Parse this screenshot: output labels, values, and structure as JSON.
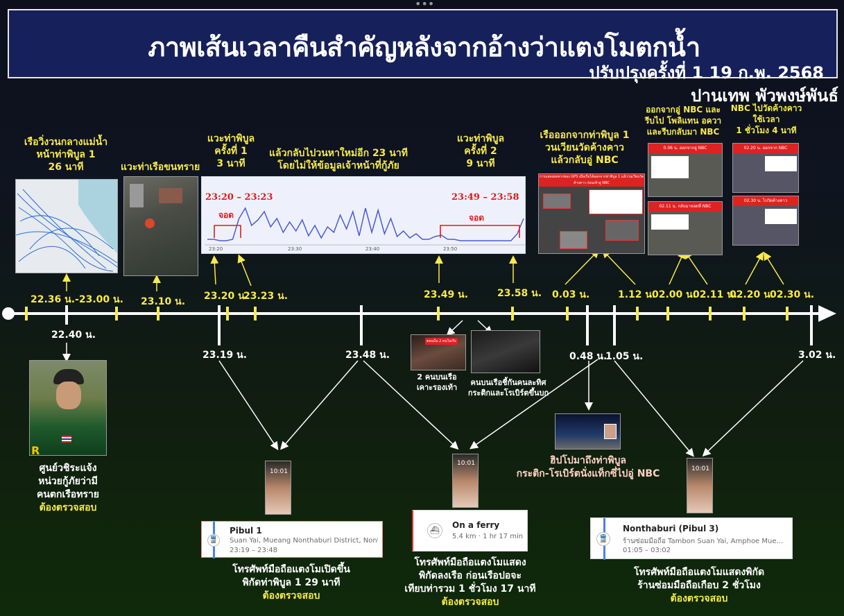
{
  "header": {
    "title": "ภาพเส้นเวลาคืนสำคัญหลังจากอ้างว่าแตงโมตกน้ำ",
    "updated": "ปรับปรุงครั้งที่ 1 19 ก.พ. 2568",
    "author": "ปานเทพ พัวพงษ์พันธ์"
  },
  "top_events": {
    "river": [
      "เรือวิ่งวนกลางแม่น้ำ",
      "หน้าท่าพิบูล 1",
      "26 นาที"
    ],
    "sand_pier": "แวะท่าเรือขนทราย",
    "pibul1": [
      "แวะท่าพิบูล",
      "ครั้งที่ 1",
      "3 นาที"
    ],
    "search": [
      "แล้วกลับไปวนหาใหม่อีก 23 นาที",
      "โดยไม่ให้ข้อมูลเจ้าหน้าที่กู้ภัย"
    ],
    "pibul2": [
      "แวะท่าพิบูล",
      "ครั้งที่ 2",
      "9 นาที"
    ],
    "left_pibul": [
      "เรือออกจากท่าพิบูล 1",
      "วนเวียนวัดค้างคาว",
      "แล้วกลับอู่ NBC"
    ],
    "left_nbc": [
      "ออกจากอู่ NBC และ",
      "รีบไป โพลิแทน อควา",
      "และรีบกลับมา NBC"
    ],
    "nbc_wat": [
      "NBC ไปวัดค้างคาว",
      "ใช้เวลา",
      "1 ชั่วโมง 4 นาที"
    ]
  },
  "speed_chart": {
    "range1": "23:20 – 23:23",
    "stop1": "จอด",
    "range2": "23:49 – 23:58",
    "stop2": "จอด",
    "xticks": [
      "23:20",
      "23:30",
      "23:40",
      "23:50"
    ]
  },
  "inset_labels": {
    "gps": "การแสดงผลทางของ GPS เมื่อเรือได้ออกจากท่าพิบูล 1 แล้ววนเวียนวัดค้างคาว ก่อนเข้าอู่ NBC",
    "map_a": "0.06 น. ออกจากอู่ NBC",
    "map_b": "02.11 น. กลับมาจอดที่ NBC",
    "map_c": "02.20 น. ออกจาก NBC",
    "map_d": "02.30 น. ไปวัดค้างคาว",
    "phone_time": "10:01",
    "thumb_caption": "ตอนนั้น 2 คนในเรือ"
  },
  "timeline_top": [
    "22.36 น.-23.00 น.",
    "23.10 น.",
    "23.20 น.",
    "23.23 น.",
    "23.49 น.",
    "23.58 น.",
    "0.03 น.",
    "1.12 น.",
    "02.00 น.",
    "02.11 น.",
    "02.20 น.",
    "02.30 น."
  ],
  "timeline_bottom": [
    "22.40 น.",
    "23.19 น.",
    "23.48 น.",
    "0.48 น.",
    "1.05 น.",
    "3.02 น."
  ],
  "rescue": {
    "lines": [
      "ศูนย์วชิระแจ้ง",
      "หน่วยกู้ภัยว่ามี",
      "คนตกเรือทราย"
    ],
    "verify": "ต้องตรวจสอบ",
    "badge": "R"
  },
  "boat_photos": {
    "cap1": [
      "2 คนบนเรือ",
      "เคาะรองเท้า"
    ],
    "cap2": [
      "คนบนเรือชี้กันคนละทิศ",
      "กระติกและโรเบิร์ตขึ้นบก"
    ]
  },
  "hippo": [
    "ฮิปโปมาถึงท่าพิบูล",
    "กระติก-โรเบิร์ตนั่งแท็กซี่ไปอู่ NBC"
  ],
  "cards": [
    {
      "title": "Pibul 1",
      "addr": "Suan Yai, Mueang Nonthaburi District, Nonth...",
      "time": "23:19 – 23:48",
      "icon": "train-icon"
    },
    {
      "title": "On a ferry",
      "addr": "5.4 km · 1 hr 17 min",
      "icon": "ferry-icon"
    },
    {
      "title": "Nonthaburi (Pibul 3)",
      "addr": "ร้านซ่อมมือถือ Tambon Suan Yai, Amphoe Mue...",
      "time": "01:05 – 03:02",
      "icon": "train-icon"
    }
  ],
  "phone_notes": [
    {
      "lines": [
        "โทรศัพท์มือถือแตงโมเปิดขึ้น",
        "พิกัดท่าพิบูล 1 29 นาที"
      ],
      "verify": "ต้องตรวจสอบ"
    },
    {
      "lines": [
        "โทรศัพท์มือถือแตงโมแสดง",
        "พิกัดลงเรือ ก่อนเรือปอจะ",
        "เทียบท่ารวม 1 ชั่วโมง 17 นาที"
      ],
      "verify": "ต้องตรวจสอบ"
    },
    {
      "lines": [
        "โทรศัพท์มือถือแตงโมแสดงพิกัด",
        "ร้านซ่อมมือถือเกือบ 2 ชั่วโมง"
      ],
      "verify": "ต้องตรวจสอบ"
    }
  ],
  "colors": {
    "title_bg": "#16205a",
    "highlight": "#f7ea4b",
    "stop_red": "#e01b1b",
    "chart_line": "#4a5ad6"
  }
}
